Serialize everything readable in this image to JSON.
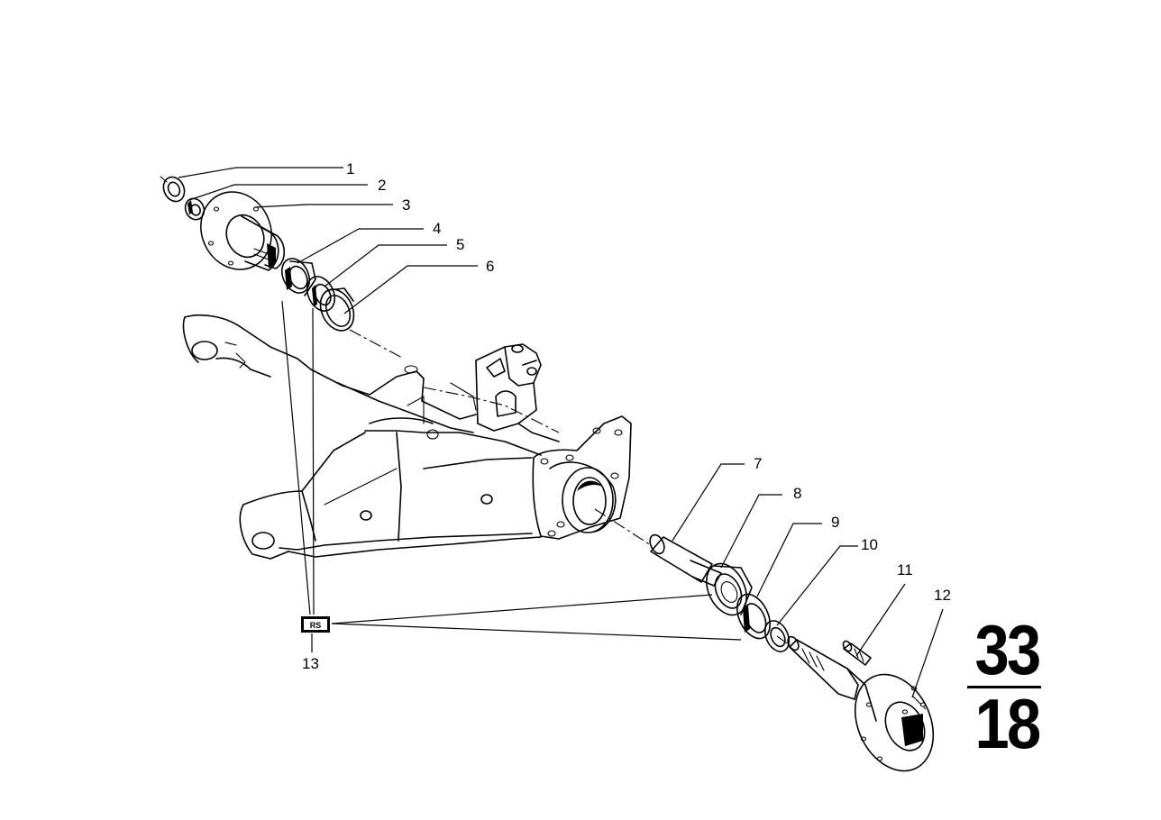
{
  "diagram": {
    "callouts": [
      {
        "number": "1"
      },
      {
        "number": "2"
      },
      {
        "number": "3"
      },
      {
        "number": "4"
      },
      {
        "number": "5"
      },
      {
        "number": "6"
      },
      {
        "number": "7"
      },
      {
        "number": "8"
      },
      {
        "number": "9"
      },
      {
        "number": "10"
      },
      {
        "number": "11"
      },
      {
        "number": "12"
      },
      {
        "number": "13"
      }
    ],
    "repair_set_symbol": "RS",
    "group_number": {
      "main": "33",
      "sub": "18"
    }
  },
  "colors": {
    "ink": "#000000",
    "paper": "#ffffff"
  }
}
